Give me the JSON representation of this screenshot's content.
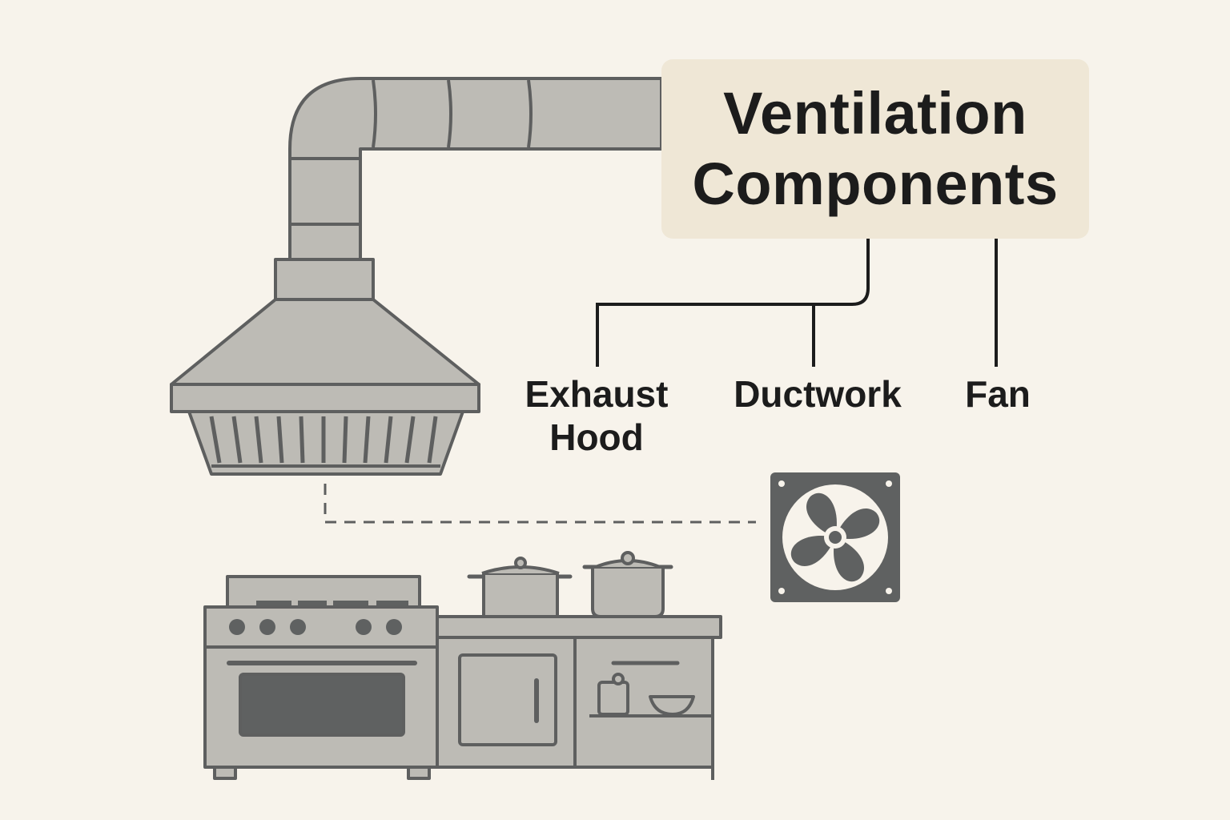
{
  "title": {
    "line1": "Ventilation",
    "line2": "Components"
  },
  "components": [
    {
      "id": "exhaust-hood",
      "line1": "Exhaust",
      "line2": "Hood"
    },
    {
      "id": "ductwork",
      "line1": "Ductwork"
    },
    {
      "id": "fan",
      "line1": "Fan"
    }
  ],
  "colors": {
    "background": "#f7f3eb",
    "title_box": "#efe7d6",
    "metal": "#bdbbb5",
    "outline": "#5e5f5f",
    "dark": "#5f6161",
    "text": "#1c1c1c"
  }
}
